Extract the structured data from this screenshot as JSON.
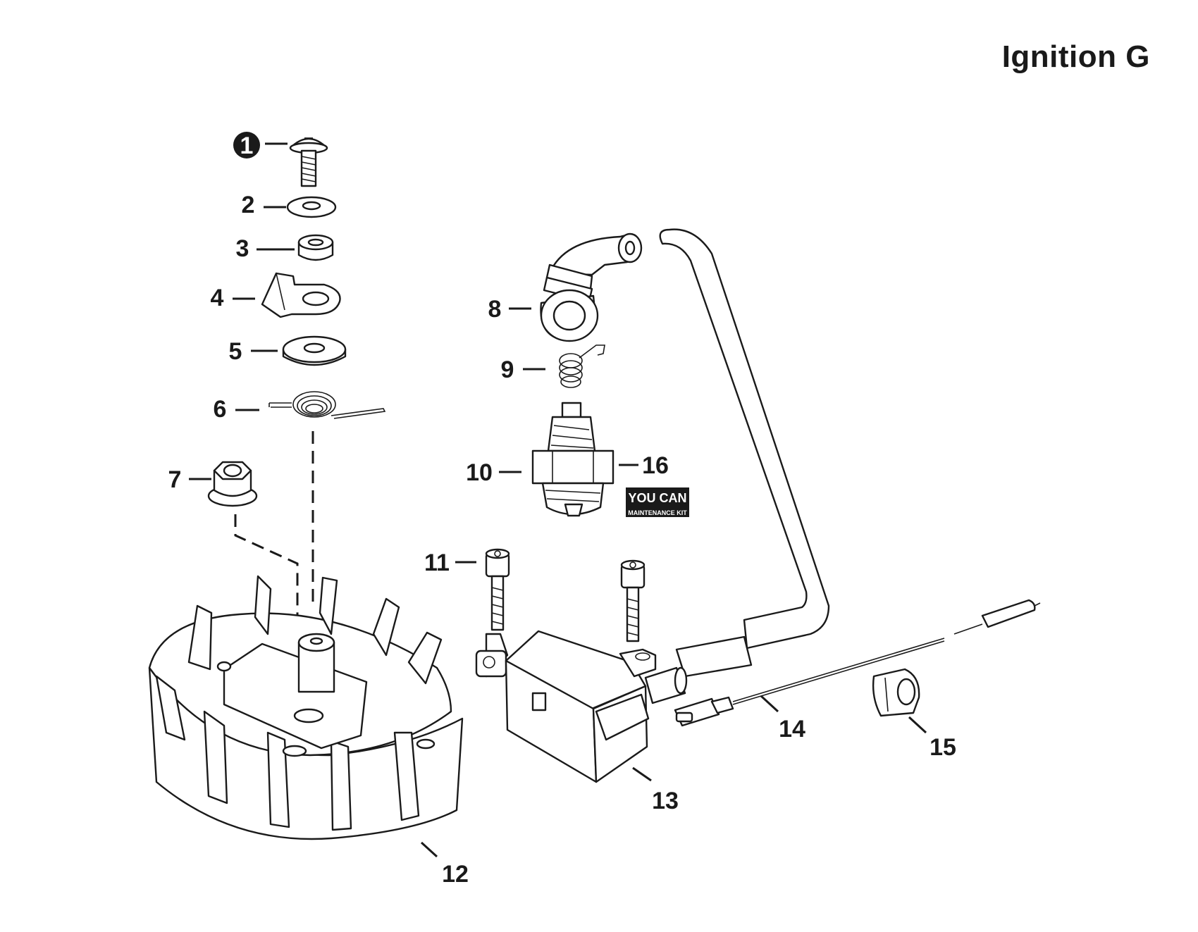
{
  "title": "Ignition G",
  "callouts": [
    {
      "id": 1,
      "label": "1",
      "highlighted": true
    },
    {
      "id": 2,
      "label": "2"
    },
    {
      "id": 3,
      "label": "3"
    },
    {
      "id": 4,
      "label": "4"
    },
    {
      "id": 5,
      "label": "5"
    },
    {
      "id": 6,
      "label": "6"
    },
    {
      "id": 7,
      "label": "7"
    },
    {
      "id": 8,
      "label": "8"
    },
    {
      "id": 9,
      "label": "9"
    },
    {
      "id": 10,
      "label": "10"
    },
    {
      "id": 11,
      "label": "11"
    },
    {
      "id": 12,
      "label": "12"
    },
    {
      "id": 13,
      "label": "13"
    },
    {
      "id": 14,
      "label": "14"
    },
    {
      "id": 15,
      "label": "15"
    },
    {
      "id": 16,
      "label": "16"
    }
  ],
  "badge": {
    "line1": "YOU CAN",
    "line2": "MAINTENANCE KIT"
  },
  "colors": {
    "ink": "#1a1a1a",
    "background": "#ffffff",
    "highlight": "#1a1a1a"
  }
}
